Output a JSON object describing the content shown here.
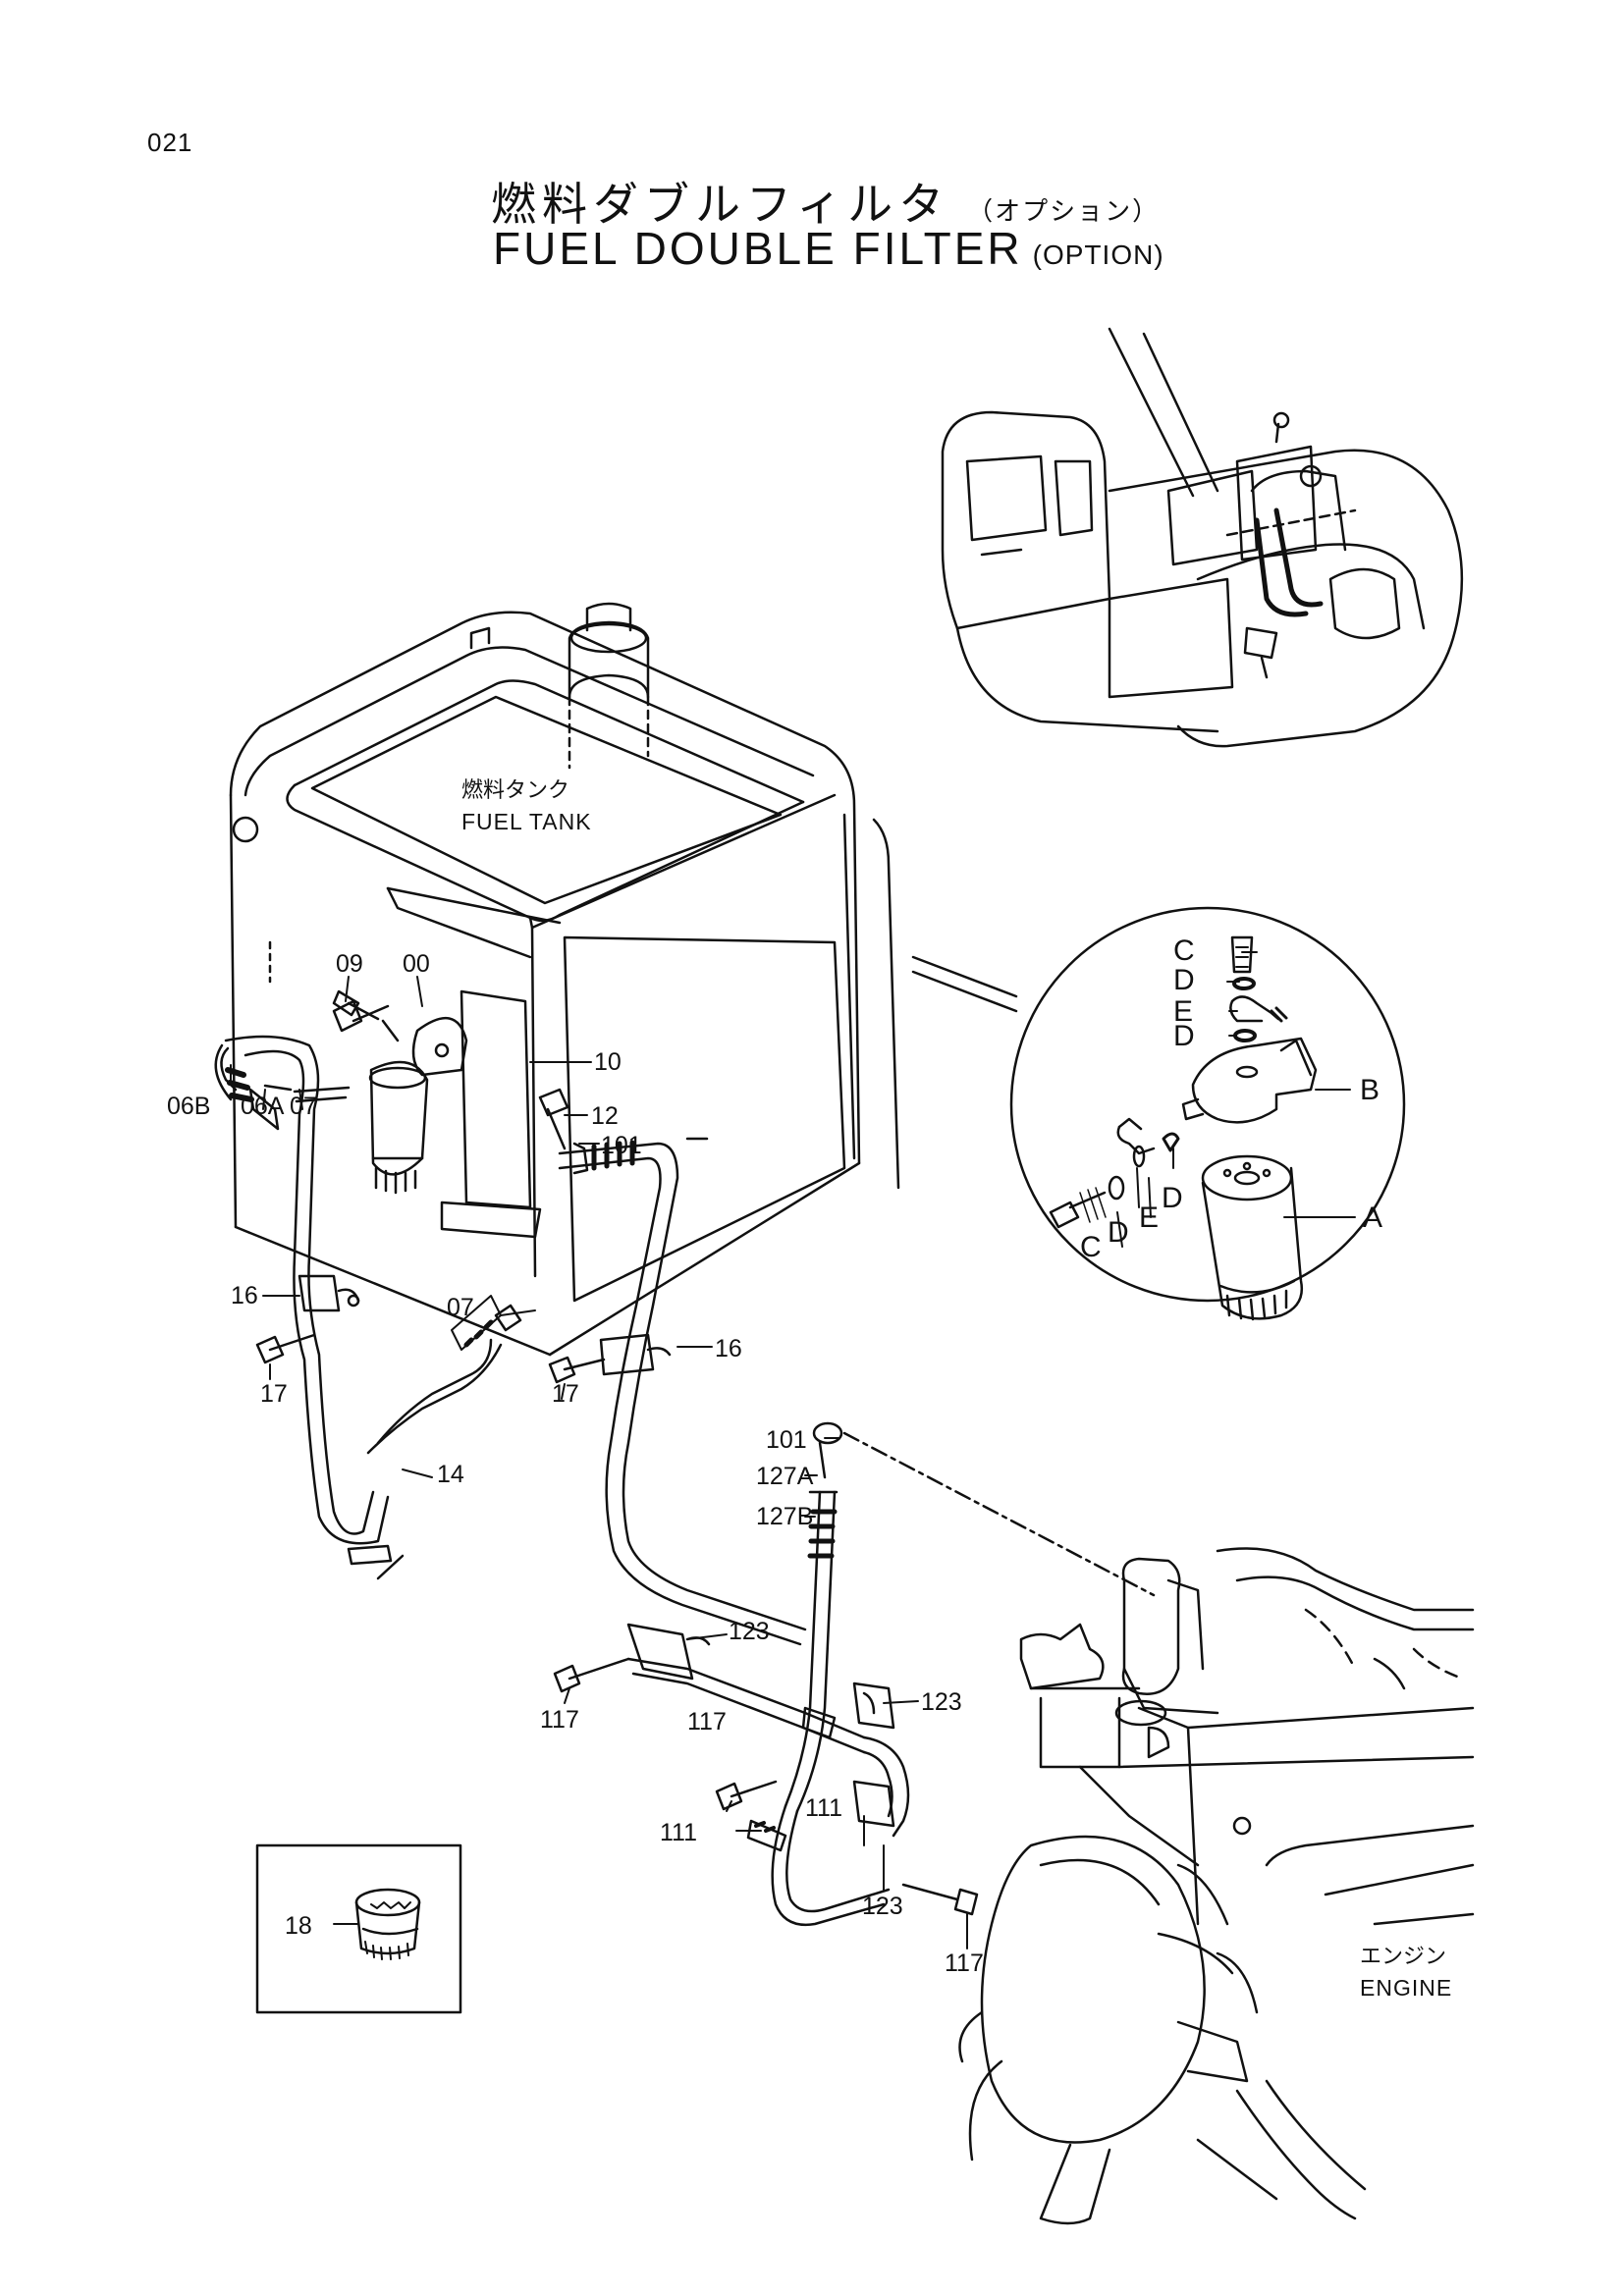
{
  "page": {
    "number": "021",
    "title_jp": "燃料ダブルフィルタ",
    "title_jp_sub": "（オプション）",
    "title_en": "FUEL DOUBLE FILTER",
    "title_en_sub": "(OPTION)"
  },
  "annotations": {
    "fuel_tank_jp": "燃料タンク",
    "fuel_tank_en": "FUEL TANK",
    "engine_jp": "エンジン",
    "engine_en": "ENGINE"
  },
  "part_labels": {
    "p09": "09",
    "p00": "00",
    "p10": "10",
    "p12": "12",
    "p101a": "101",
    "p06b": "06B",
    "p06a": "06A",
    "p07a": "07",
    "p16a": "16",
    "p07b": "07",
    "p16b": "16",
    "p17a": "17",
    "p17b": "17",
    "p14": "14",
    "p101b": "101",
    "p127a": "127A",
    "p127b": "127B",
    "p123a": "123",
    "p117a": "117",
    "p117b": "117",
    "p123b": "123",
    "p111a": "111",
    "p111b": "111",
    "p123c": "123",
    "p117c": "117",
    "p18": "18"
  },
  "detail_labels": {
    "c_top": "C",
    "d_top": "D",
    "e_top": "E",
    "d_mid": "D",
    "b": "B",
    "d_low": "D",
    "e_low": "E",
    "d_bot": "D",
    "c_bot": "C",
    "a": "A"
  },
  "colors": {
    "ink": "#111111",
    "paper": "#ffffff"
  }
}
